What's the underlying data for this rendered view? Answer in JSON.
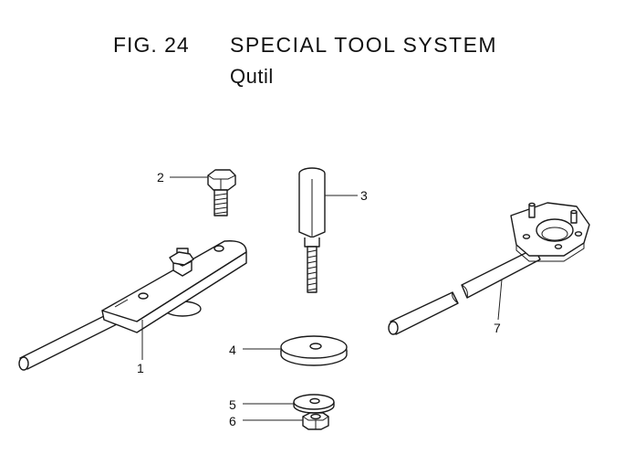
{
  "header": {
    "fig_label": "FIG. 24",
    "title": "SPECIAL TOOL SYSTEM",
    "subtitle": "Qutil"
  },
  "callouts": [
    "1",
    "2",
    "3",
    "4",
    "5",
    "6",
    "7"
  ]
}
